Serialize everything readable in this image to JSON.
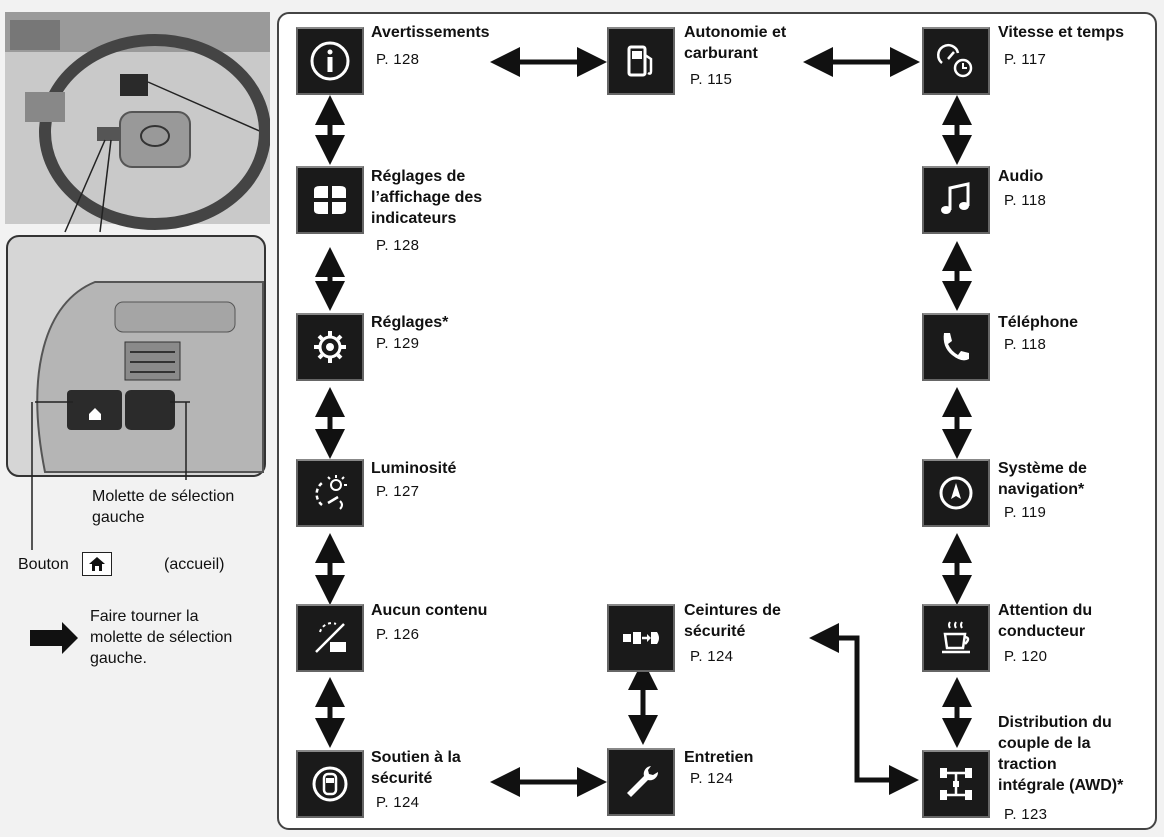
{
  "items": {
    "avertissements": {
      "title": "Avertissements",
      "page": "P. 128"
    },
    "autonomie": {
      "title": "Autonomie et\ncarburant",
      "page": "P. 115"
    },
    "vitesse": {
      "title": "Vitesse et temps",
      "page": "P. 117"
    },
    "reglages_affichage": {
      "title": "Réglages de\nl’affichage des\nindicateurs",
      "page": "P. 128"
    },
    "audio": {
      "title": "Audio",
      "page": "P. 118"
    },
    "reglages": {
      "title": "Réglages*",
      "page": "P. 129"
    },
    "telephone": {
      "title": "Téléphone",
      "page": "P. 118"
    },
    "luminosite": {
      "title": "Luminosité",
      "page": "P. 127"
    },
    "navigation": {
      "title": "Système de\nnavigation*",
      "page": "P. 119"
    },
    "aucun": {
      "title": "Aucun contenu",
      "page": "P. 126"
    },
    "ceintures": {
      "title": "Ceintures de\nsécurité",
      "page": "P. 124"
    },
    "attention": {
      "title": "Attention du\nconducteur",
      "page": "P. 120"
    },
    "soutien": {
      "title": "Soutien à la\nsécurité",
      "page": "P. 124"
    },
    "entretien": {
      "title": "Entretien",
      "page": "P. 124"
    },
    "distribution": {
      "title": "Distribution du\ncouple de la\ntraction\nintégrale (AWD)*",
      "page": "P. 123"
    }
  },
  "legend": {
    "molette": "Molette de sélection\ngauche",
    "bouton": "Bouton",
    "accueil": "(accueil)",
    "tourner": "Faire tourner la\nmolette de sélection\ngauche."
  }
}
